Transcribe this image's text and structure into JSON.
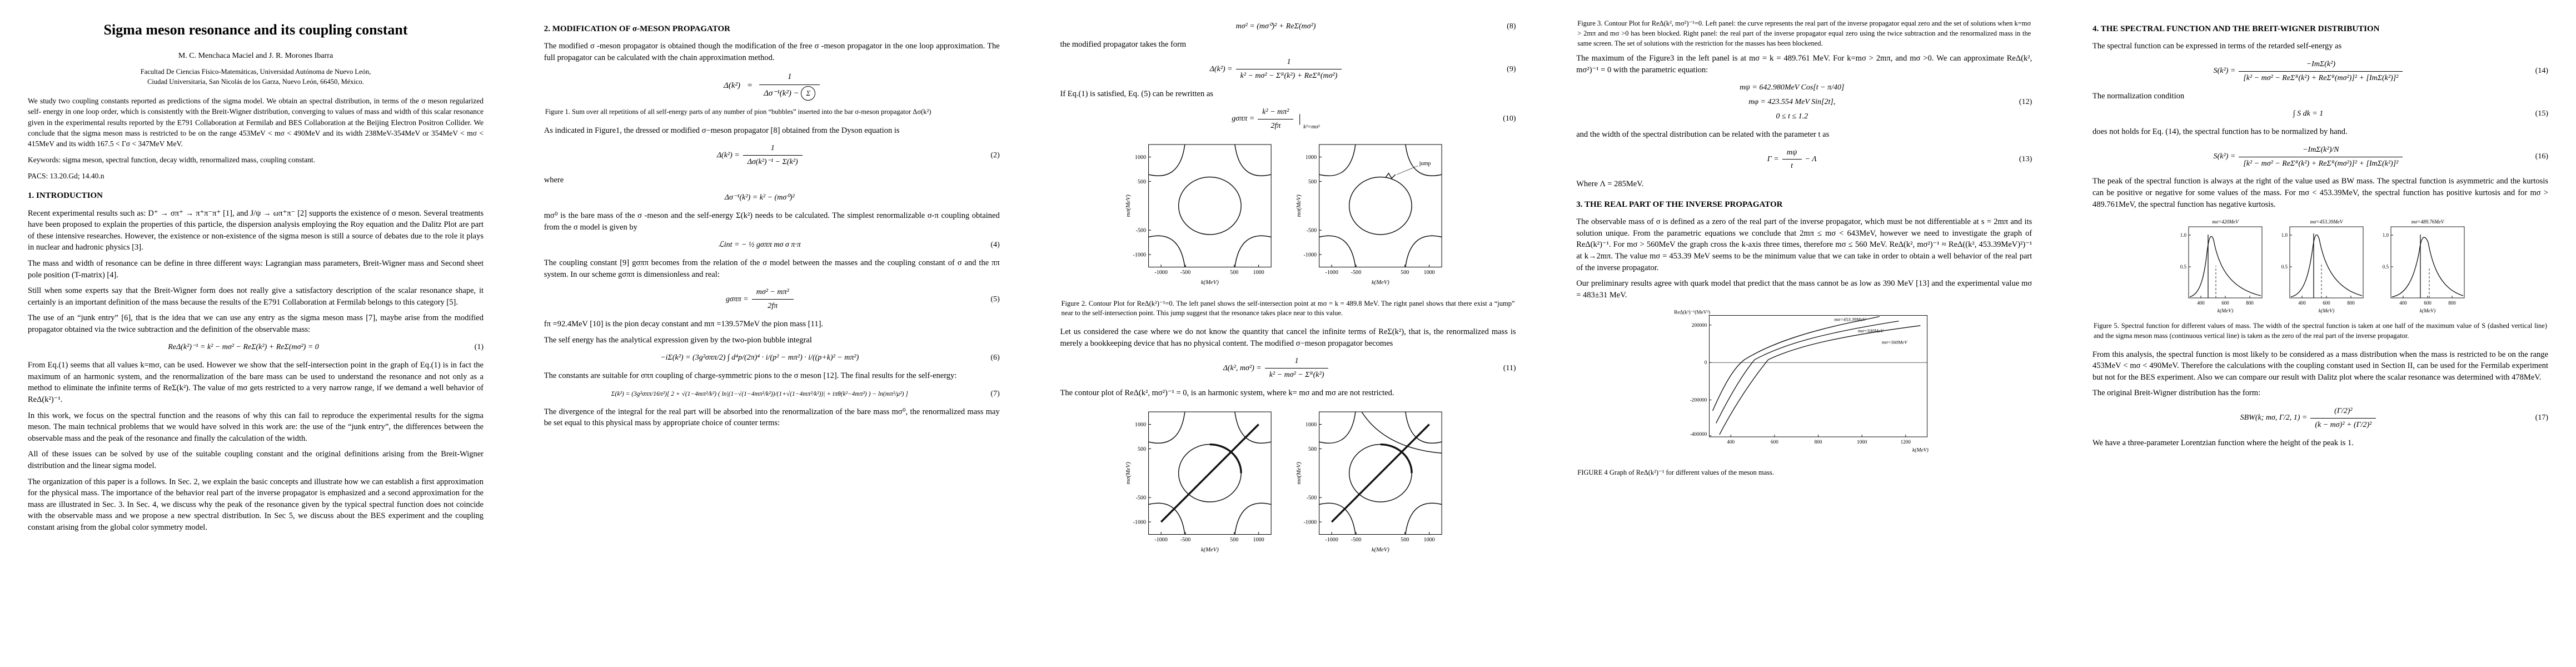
{
  "shared": {
    "ticks": {
      "m1000": "-1000",
      "m500": "-500",
      "p500": "500",
      "p1000": "1000"
    },
    "axes": {
      "x": "k(MeV)",
      "y": "mσ(MeV)"
    }
  },
  "col1": {
    "title": "Sigma meson resonance and its coupling constant",
    "authors": "M. C. Menchaca Maciel and J. R. Morones Ibarra",
    "affil1": "Facultad De Ciencias Físico-Matemáticas, Universidad Autónoma de Nuevo León,",
    "affil2": "Ciudad Universitaria, San Nicolás de los Garza, Nuevo León, 66450, México.",
    "abstract": "We study two coupling constants reported as predictions of the sigma model. We obtain an spectral distribution, in terms of the σ meson regularized self- energy in one loop order, which is consistently with the Breit-Wigner distribution, converging to values of mass and width of this scalar resonance given in the experimental results reported by the E791 Collaboration at Fermilab and BES Collaboration at the Beijing Electron Positron Collider. We conclude that the sigma meson mass is restricted to be on the range 453MeV < mσ < 490MeV and its width 238MeV-354MeV or 354MeV < mσ < 415MeV and its width 167.5 < Γσ < 347MeV MeV.",
    "keywords": "Keywords: sigma meson, spectral function, decay width, renormalized mass, coupling constant.",
    "pacs": "PACS: 13.20.Gd; 14.40.n",
    "sec1": "1. INTRODUCTION",
    "p1": "Recent experimental results such as: D⁺ → σπ⁺ → π⁺π⁻π⁺ [1], and J/ψ → ωπ⁺π⁻ [2] supports the existence of σ meson. Several treatments have been proposed to explain the properties of this particle, the dispersion analysis employing the Roy equation and the Dalitz Plot are part of these intensive researches. However, the existence or non-existence of the sigma meson is still a source of debates due to the role it plays in nuclear and hadronic physics [3].",
    "p2": "The mass and width of resonance can be define in three different ways: Lagrangian mass parameters, Breit-Wigner mass and Second sheet pole position (T-matrix) [4].",
    "p3": "Still when some experts say that the Breit-Wigner form does not really give a satisfactory description of the scalar resonance shape, it certainly is an important definition of the mass because the results of the E791 Collaboration at Fermilab belongs to this category [5].",
    "p4": "The use of an “junk entry” [6], that is the idea that we can use any entry as the sigma meson mass [7], maybe arise from the modified propagator obtained via the twice subtraction and the definition of the observable mass:",
    "eq1": {
      "text": "ReΔ(k²)⁻¹ = k² − mσ² − ReΣ(k²) + ReΣ(mσ²) = 0",
      "no": "(1)"
    },
    "p5": "From Eq.(1) seems that all values k=mσ, can be used. However we show that the self-intersection point in the graph of Eq.(1) is in fact the maximum of an harmonic system, and the renormalization of the bare mass can be used to understand the resonance and not only as a method to eliminate the infinite terms of ReΣ(k²). The value of mσ gets restricted to a very narrow range, if we demand a well behavior of ReΔ(k²)⁻¹.",
    "p6": "In this work, we focus on the spectral function and the reasons of why this can fail to reproduce the experimental results for the sigma meson. The main technical problems that we would have solved in this work are: the use of the “junk entry”, the differences between the observable mass and the peak of the resonance and finally the calculation of the width.",
    "p7": "All of these issues can be solved by use of the suitable coupling constant and the original definitions arising from the Breit-Wigner distribution and the linear sigma model.",
    "p8": "The organization of this paper is a follows. In Sec. 2, we explain the basic concepts and illustrate how we can establish a first approximation for the physical mass. The importance of the behavior real part of the inverse propagator is emphasized and a second approximation for the mass are illustrated in Sec. 3. In Sec. 4, we discuss why the peak of the resonance given by the typical spectral function does not coincide with the observable mass and we propose a new spectral distribution. In Sec 5, we discuss about the BES experiment and the coupling constant arising from the global color symmetry model."
  },
  "col2": {
    "heading": "2. MODIFICATION OF σ-MESON PROPAGATOR",
    "p1": "The modified σ -meson propagator is obtained though the modification of the free σ -meson propagator in the one loop approximation. The full propagator can be calculated with the chain approximation method.",
    "fig1": {
      "lhs": "Δ(k²)",
      "eq_sign": "=",
      "num": "1",
      "den_text": "Δσ⁻¹(k²) −",
      "sigma": "Σ",
      "caption": "Figure 1. Sum over all repetitions of all self-energy parts of any number of pion “bubbles” inserted into the bar σ-meson propagator Δσ(k²)"
    },
    "p2": "As indicated in Figure1, the dressed or modified σ−meson propagator [8] obtained from the Dyson equation is",
    "eq2": {
      "lhs": "Δ(k²) =",
      "num": "1",
      "den": "Δσ(k²)⁻¹ − Σ(k²)",
      "no": "(2)"
    },
    "where_label": "where",
    "eq3": {
      "text": "Δσ⁻¹(k²) = k² − (mσ⁰)²",
      "no": ""
    },
    "p3": "mσ⁰ is the bare mass of the σ -meson and the self-energy Σ(k²) needs to be calculated. The simplest renormalizable σ-π coupling obtained from the σ model is given by",
    "eq4": {
      "text": "ℒint = − ½ gσππ mσ σ π·π",
      "no": "(4)"
    },
    "p4": "The coupling constant [9] gσππ becomes from the relation of the σ model between the masses and the coupling constant of σ and the ππ system. In our scheme gσππ is dimensionless and real:",
    "eq5": {
      "lhs": "gσππ =",
      "num": "mσ² − mπ²",
      "den": "2fπ",
      "no": "(5)"
    },
    "p5": "fπ =92.4MeV [10] is the pion decay constant and mπ =139.57MeV the pion mass [11].",
    "p6": "The self energy has the analytical expression given by the two-pion bubble integral",
    "eq6": {
      "text": "−iΣ(k²) = (3g²σππ/2) ∫ d⁴p/(2π)⁴ · i/(p² − mπ²) · i/((p+k)² − mπ²)",
      "no": "(6)"
    },
    "p7": "The constants are suitable for σππ coupling of charge-symmetric pions to the σ meson [12]. The final results for the self-energy:",
    "eq7": {
      "text": "Σ(k²) = (3g²σππ/16π²)[ 2 + √(1−4mπ²/k²) ( ln|(1−√(1−4mπ²/k²))/(1+√(1−4mπ²/k²))| + iπθ(k²−4mπ²) ) − ln(mπ²/μ²) ]",
      "no": "(7)"
    },
    "p8": "The divergence of the integral for the real part will be absorbed into the renormalization of the bare mass mσ⁰, the renormalized mass may be set equal to this physical mass by appropriate choice of counter terms:"
  },
  "col3": {
    "eq8": {
      "text": "mσ² = (mσ⁰)² + ReΣ(mσ²)",
      "no": "(8)"
    },
    "p1": "the modified propagator takes the form",
    "eq9": {
      "lhs": "Δ(k²) =",
      "num": "1",
      "den": "k² − mσ² − Σᴿ(k²) + ReΣᴿ(mσ²)",
      "no": "(9)"
    },
    "p2": "If Eq.(1) is satisfied, Eq. (5) can be rewritten as",
    "eq10": {
      "lhs": "gσππ =",
      "num": "k² − mπ²",
      "den": "2fπ",
      "tail": "k²=mσ²",
      "no": "(10)"
    },
    "fig2": {
      "jump_label": "jump",
      "caption": "Figure 2. Contour Plot for ReΔ(k²)⁻¹=0. The left panel shows the self-intersection point at mσ = k = 489.8 MeV. The right panel shows that there exist a “jump” near to the self-intersection point. This jump suggest that the resonance takes place near to this value."
    },
    "p3": "Let us considered the case where we do not know the quantity that cancel the infinite terms of ReΣ(k²), that is, the renormalized mass is merely a bookkeeping device that has no physical content. The modified σ−meson propagator becomes",
    "eq11": {
      "lhs": "Δ(k², mσ²) =",
      "num": "1",
      "den": "k² − mσ² − Σᴿ(k²)",
      "no": "(11)"
    },
    "p4": "The contour plot of ReΔ(k², mσ²)⁻¹ = 0, is an harmonic system, where k= mσ and mσ are not restricted."
  },
  "col4": {
    "fig3_caption": "Figure 3. Contour Plot for ReΔ(k², mσ²)⁻¹=0. Left panel: the curve represents the real part of the inverse propagator equal zero and the set of solutions when k=mσ > 2mπ and mσ >0 has been blocked. Right panel: the real part of the inverse propagator equal zero using the twice subtraction and the renormalized mass in the same screen. The set of solutions with the restriction for the masses has been blockened.",
    "p1": "The maximum of the Figure3 in the left panel is at mσ = k = 489.761 MeV. For k=mσ > 2mπ, and mσ >0. We can approximate ReΔ(k², mσ²)⁻¹ = 0 with the parametric equation:",
    "eq12": {
      "l1": "mψ = 642.980MeV Cos[t − π/40]",
      "l2": "mφ = 423.554 MeV Sin[2t],",
      "l3": "0 ≤ t ≤ 1.2",
      "no": "(12)"
    },
    "p2": "and the width of the spectral distribution can be related with the parameter t as",
    "eq13": {
      "lhs": "Γ =",
      "num": "mψ",
      "den": "t",
      "tail": "− Λ",
      "no": "(13)"
    },
    "p3": "Where Λ = 285MeV.",
    "sec3": "3. THE REAL PART OF THE INVERSE PROPAGATOR",
    "p4": "The observable mass of σ is defined as a zero of the real part of the inverse propagator, which must be not differentiable at s = 2mπ and its solution unique. From the parametric equations we conclude that 2mπ ≤ mσ < 643MeV, however we need to investigate the graph of ReΔ(k²)⁻¹. For mσ > 560MeV the graph cross the k-axis three times, therefore mσ ≤ 560 MeV. ReΔ(k², mσ²)⁻¹ ≈ ReΔ((k², 453.39MeV)²)⁻¹ at k→2mπ. The value mσ = 453.39 MeV seems to be the minimum value that we can take in order to obtain a well behavior of the real part of the inverse propagator.",
    "p5": "Our preliminary results agree with quark model that predict that the mass cannot be as low as 390 MeV [13] and the experimental value mσ = 483±31 MeV.",
    "fig4": {
      "ylabel": "ReΔ(k²)⁻¹(MeV²)",
      "xlabel": "k(MeV)",
      "yticks": [
        "200000",
        "0",
        "-200000",
        "-400000"
      ],
      "xticks": [
        "400",
        "600",
        "800",
        "1000",
        "1200"
      ],
      "curve_labels": [
        "mσ=453.39MeV",
        "mσ=500MeV",
        "mσ=560MeV"
      ],
      "caption": "FIGURE 4  Graph of ReΔ(k²)⁻¹ for different values of the meson mass."
    }
  },
  "col5": {
    "heading": "4. THE SPECTRAL FUNCTION AND THE BREIT-WIGNER DISTRIBUTION",
    "p1": "The spectral function can be expressed in terms of the retarded self-energy as",
    "eq14": {
      "lhs": "S(k²) =",
      "num": "−ImΣ(k²)",
      "den": "[k² − mσ² − ReΣᴿ(k²) + ReΣᴿ(mσ²)]² + [ImΣ(k²)]²",
      "no": "(14)"
    },
    "p2": "The normalization condition",
    "eq15": {
      "text": "∫ S dk = 1",
      "no": "(15)"
    },
    "p3": "does not holds for Eq. (14), the spectral function has to be normalized by hand.",
    "eq16": {
      "lhs": "S(k²) =",
      "num": "−ImΣ(k²)/N",
      "den": "[k² − mσ² − ReΣᴿ(k²) + ReΣᴿ(mσ²)]² + [ImΣ(k²)]²",
      "no": "(16)"
    },
    "p4": "The peak of the spectral function is always at the right of the value used as BW mass. The spectral function is asymmetric and the kurtosis can be positive or negative for some values of the mass. For mσ < 453.39MeV, the spectral function has positive kurtosis and for mσ > 489.761MeV, the spectral function has negative kurtosis.",
    "fig5": {
      "titles": [
        "mσ=420MeV",
        "mσ=453.39MeV",
        "mσ=489.76MeV"
      ],
      "xticks": [
        "400",
        "600",
        "800"
      ],
      "yticks": [
        "0.5",
        "1.0"
      ],
      "xlabel": "k(MeV)",
      "caption": "Figure 5. Spectral function for different values of mass. The width of the spectral function is taken at one half of the maximum value of S (dashed vertical line) and the sigma meson mass (continuous vertical line) is taken as the zero of the real part of the inverse propagator."
    },
    "p5": "From this analysis, the spectral function is most likely to be considered as a mass distribution when the mass is restricted to be on the range 453MeV < mσ < 490MeV. Therefore the calculations with the coupling constant used in Section II, can be used for the Fermilab experiment but not for the BES experiment. Also we can compare our result with Dalitz plot where the scalar resonance was determined with 478MeV.",
    "p6": "The original Breit-Wigner distribution has the form:",
    "eq17": {
      "lhs": "SBW(k; mσ, Γ/2, 1) =",
      "num": "(Γ/2)²",
      "den": "(k − mσ)² + (Γ/2)²",
      "no": "(17)"
    },
    "p7": "We have a three-parameter Lorentzian function where the height of the peak is 1."
  }
}
